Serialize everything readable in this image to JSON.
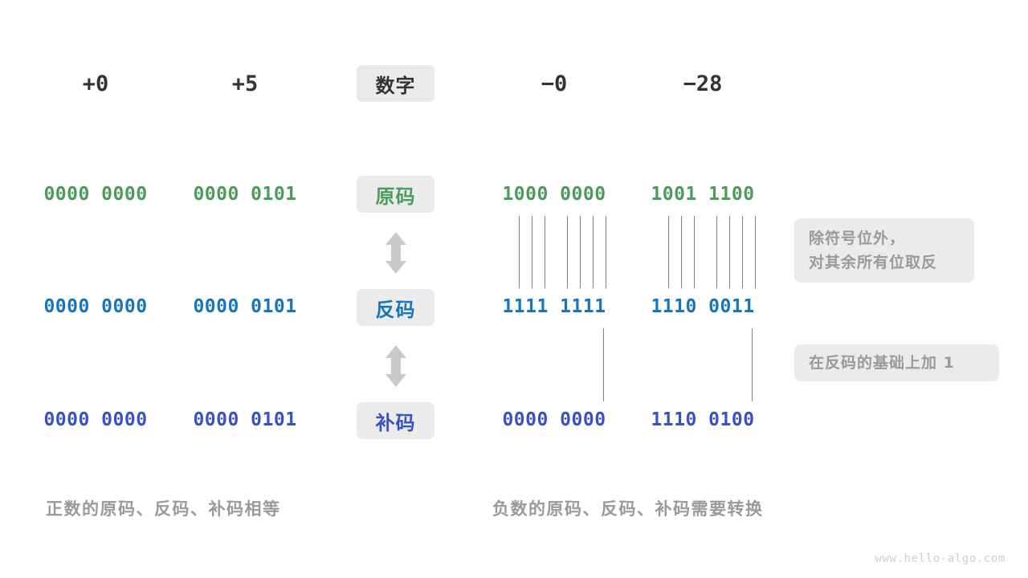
{
  "watermark": "www.hello-algo.com",
  "colors": {
    "green": "#4a9b5c",
    "blue": "#1874bd",
    "indigo": "#3852c4",
    "pill_bg": "#ebebeb",
    "muted": "#9a9a9a",
    "dark": "#333333",
    "line": "#808080",
    "arrow": "#c9c9c9"
  },
  "header": {
    "row_label": "数字",
    "positive": [
      {
        "value": "+0"
      },
      {
        "value": "+5"
      }
    ],
    "negative": [
      {
        "value": "−0"
      },
      {
        "value": "−28"
      }
    ]
  },
  "rows": [
    {
      "label": "原码",
      "color_key": "green",
      "cells": {
        "pos0": "0000 0000",
        "pos5": "0000 0101",
        "neg0": "1000 0000",
        "neg28": "1001 1100"
      }
    },
    {
      "label": "反码",
      "color_key": "blue",
      "cells": {
        "pos0": "0000 0000",
        "pos5": "0000 0101",
        "neg0": "1111 1111",
        "neg28": "1110 0011"
      }
    },
    {
      "label": "补码",
      "color_key": "indigo",
      "cells": {
        "pos0": "0000 0000",
        "pos5": "0000 0101",
        "neg0": "0000 0000",
        "neg28": "1110 0100"
      }
    }
  ],
  "arrows": [
    {
      "name": "arrow-yuanma-fanma",
      "direction": "up-down"
    },
    {
      "name": "arrow-fanma-buma",
      "direction": "up-down"
    }
  ],
  "notes": [
    {
      "name": "note-invert-bits",
      "lines": [
        "除符号位外，",
        "对其余所有位取反"
      ]
    },
    {
      "name": "note-add-one",
      "lines": [
        "在反码的基础上加 1"
      ]
    }
  ],
  "captions": {
    "left": "正数的原码、反码、补码相等",
    "right": "负数的原码、反码、补码需要转换"
  },
  "connectors": {
    "invert_note": "vertical tick marks linking 原码 bits to 反码 bits for all 7 magnitude bits",
    "addone_note": "single vertical tick linking 反码 LSB to 补码 LSB"
  }
}
